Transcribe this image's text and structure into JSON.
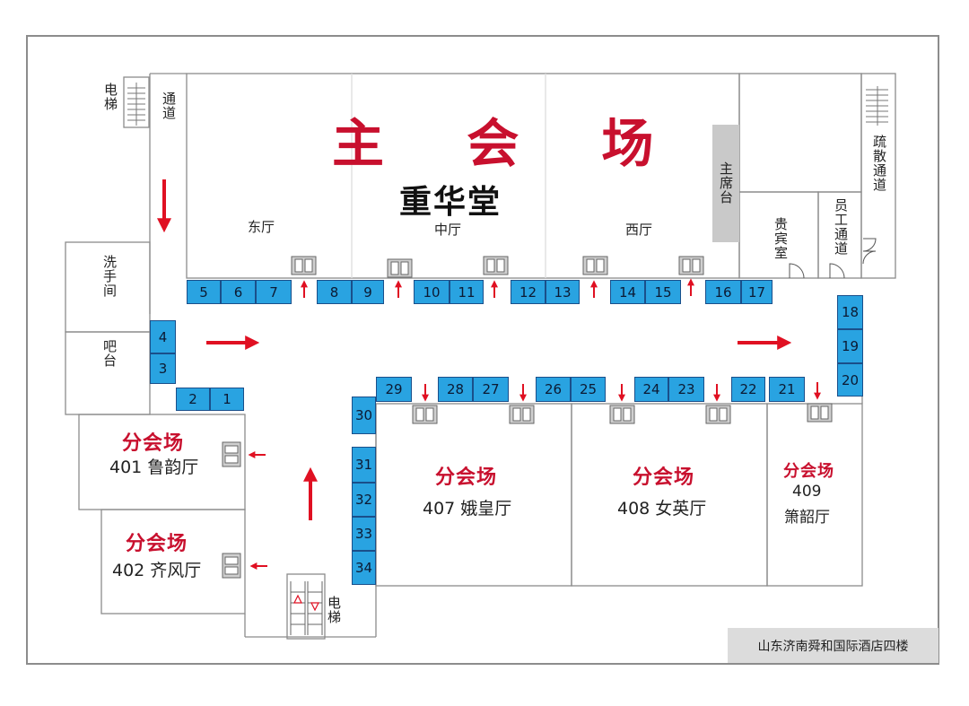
{
  "main_hall": {
    "title": "主 会 场",
    "name": "重华堂",
    "sections": [
      "东厅",
      "中厅",
      "西厅"
    ],
    "stage": "主席台",
    "vip_room": "贵宾室",
    "staff_passage": "员工通道"
  },
  "labels": {
    "elevator_top": "电梯",
    "elevator_bottom": "电梯",
    "passage": "通道",
    "restroom": "洗手间",
    "bar": "吧台",
    "evacuation": "疏散通道"
  },
  "sub_venues": {
    "label": "分会场",
    "r401": "401 鲁韵厅",
    "r402": "402 齐风厅",
    "r407": "407 娥皇厅",
    "r408": "408 女英厅",
    "r409_num": "409",
    "r409_name": "箫韶厅"
  },
  "booths": [
    "1",
    "2",
    "3",
    "4",
    "5",
    "6",
    "7",
    "8",
    "9",
    "10",
    "11",
    "12",
    "13",
    "14",
    "15",
    "16",
    "17",
    "18",
    "19",
    "20",
    "21",
    "22",
    "23",
    "24",
    "25",
    "26",
    "27",
    "28",
    "29",
    "30",
    "31",
    "32",
    "33",
    "34"
  ],
  "footer": "山东济南舜和国际酒店四楼",
  "colors": {
    "booth": "#29a3e1",
    "accent": "#c8102e",
    "wall": "#808080"
  }
}
